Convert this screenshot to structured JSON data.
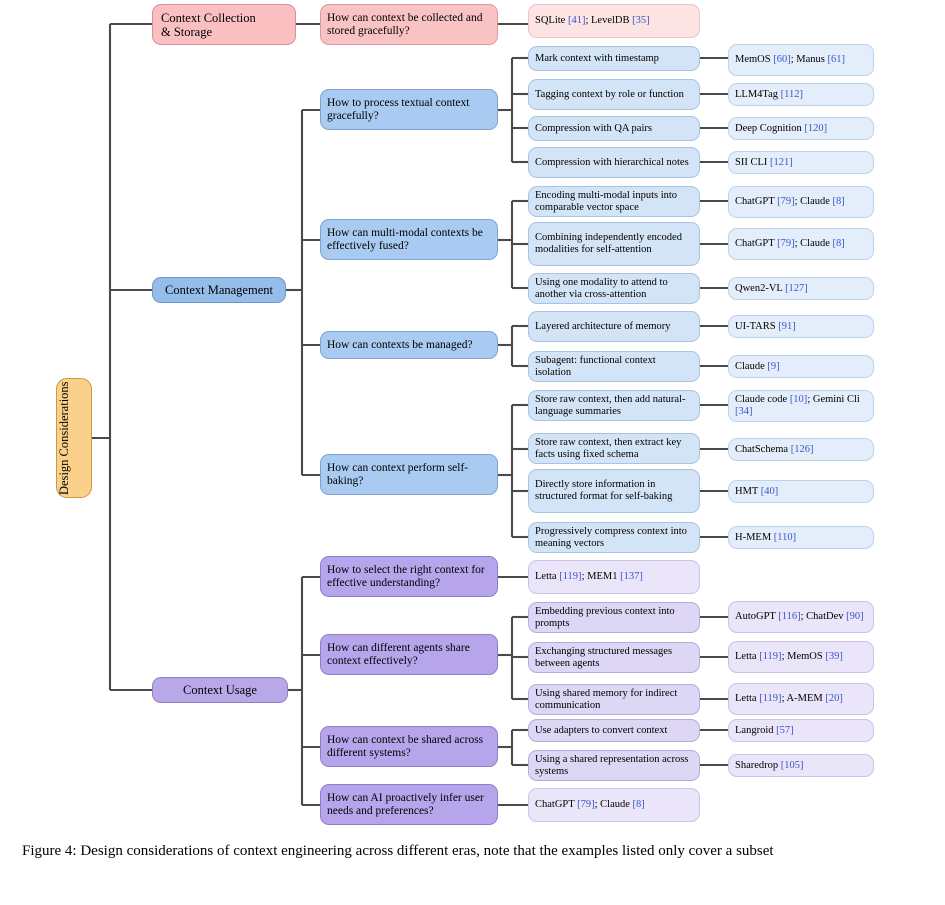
{
  "figure": {
    "caption": "Figure 4: Design considerations of context engineering across different eras, note that the examples listed only cover a subset"
  },
  "root": {
    "label": "Design Considerations"
  },
  "categories": [
    {
      "id": "collection",
      "label": "Context Collection\n& Storage",
      "color": "#f9bfc1"
    },
    {
      "id": "management",
      "label": "Context Management",
      "color": "#94bdea"
    },
    {
      "id": "usage",
      "label": "Context Usage",
      "color": "#b9a8e8"
    }
  ],
  "questions": [
    {
      "id": "q1",
      "label": "How can context be collected and stored gracefully?"
    },
    {
      "id": "q2",
      "label": "How to process textual context gracefully?"
    },
    {
      "id": "q3",
      "label": "How can multi-modal contexts be effectively fused?"
    },
    {
      "id": "q4",
      "label": "How can contexts be managed?"
    },
    {
      "id": "q5",
      "label": "How can context perform self-baking?"
    },
    {
      "id": "q6",
      "label": "How to select the right context for effective understanding?"
    },
    {
      "id": "q7",
      "label": "How can different agents share context effectively?"
    },
    {
      "id": "q8",
      "label": "How can context be shared across different systems?"
    },
    {
      "id": "q9",
      "label": "How can AI proactively infer user needs and preferences?"
    }
  ],
  "methods": [
    {
      "id": "m1",
      "label": "Mark context with timestamp"
    },
    {
      "id": "m2",
      "label": "Tagging context by role or function"
    },
    {
      "id": "m3",
      "label": "Compression with QA pairs"
    },
    {
      "id": "m4",
      "label": "Compression with hierarchical notes"
    },
    {
      "id": "m5",
      "label": "Encoding multi-modal inputs into comparable vector space"
    },
    {
      "id": "m6",
      "label": "Combining independently encoded modalities for self-attention"
    },
    {
      "id": "m7",
      "label": "Using one modality to attend to another via cross-attention"
    },
    {
      "id": "m8",
      "label": "Layered architecture of memory"
    },
    {
      "id": "m9",
      "label": "Subagent: functional context isolation"
    },
    {
      "id": "m10",
      "label": "Store raw context, then add natural-language summaries"
    },
    {
      "id": "m11",
      "label": "Store raw context, then extract key facts using fixed schema"
    },
    {
      "id": "m12",
      "label": "Directly store information in structured format for self-baking"
    },
    {
      "id": "m13",
      "label": "Progressively compress context into meaning vectors"
    },
    {
      "id": "m14",
      "label": "Embedding previous context into prompts"
    },
    {
      "id": "m15",
      "label": "Exchanging structured messages between agents"
    },
    {
      "id": "m16",
      "label": "Using shared memory for indirect communication"
    },
    {
      "id": "m17",
      "label": "Use adapters to convert context"
    },
    {
      "id": "m18",
      "label": "Using a shared representation across systems"
    }
  ],
  "examples": [
    {
      "id": "e1",
      "lines": [
        {
          "name": "SQLite",
          "ref": "[41]",
          "tail": ";"
        },
        {
          "name": "LevelDB",
          "ref": "[35]",
          "tail": ""
        }
      ],
      "text": "SQLite [41]; LevelDB [35]"
    },
    {
      "id": "e2",
      "text": "MemOS [60]; Manus [61]"
    },
    {
      "id": "e3",
      "text": "LLM4Tag [112]"
    },
    {
      "id": "e4",
      "text": "Deep Cognition [120]"
    },
    {
      "id": "e5",
      "text": "SII CLI [121]"
    },
    {
      "id": "e6",
      "text": "ChatGPT [79]; Claude [8]"
    },
    {
      "id": "e7",
      "text": "ChatGPT [79]; Claude [8]"
    },
    {
      "id": "e8",
      "text": "Qwen2-VL [127]"
    },
    {
      "id": "e9",
      "text": "UI-TARS [91]"
    },
    {
      "id": "e10",
      "text": "Claude [9]"
    },
    {
      "id": "e11",
      "text": "Claude code [10]; Gemini Cli [34]"
    },
    {
      "id": "e12",
      "text": "ChatSchema [126]"
    },
    {
      "id": "e13",
      "text": "HMT [40]"
    },
    {
      "id": "e14",
      "text": "H-MEM [110]"
    },
    {
      "id": "e15",
      "text": "Letta [119]; MEM1 [137]"
    },
    {
      "id": "e16",
      "text": "AutoGPT [116]; ChatDev  [90]"
    },
    {
      "id": "e17",
      "text": "Letta [119]; MemOS [39]"
    },
    {
      "id": "e18",
      "text": "Letta [119]; A-MEM [20]"
    },
    {
      "id": "e19",
      "text": "Langroid [57]"
    },
    {
      "id": "e20",
      "text": "Sharedrop [105]"
    },
    {
      "id": "e21",
      "text": "ChatGPT [79]; Claude [8]"
    }
  ],
  "colors": {
    "root_fill": "#fbd08a",
    "pink_fill": "#f9bfc1",
    "blue_fill": "#94bdea",
    "purple_fill": "#b9a8e8",
    "edge": "#4a4a4a",
    "citation": "#3a55c8"
  }
}
